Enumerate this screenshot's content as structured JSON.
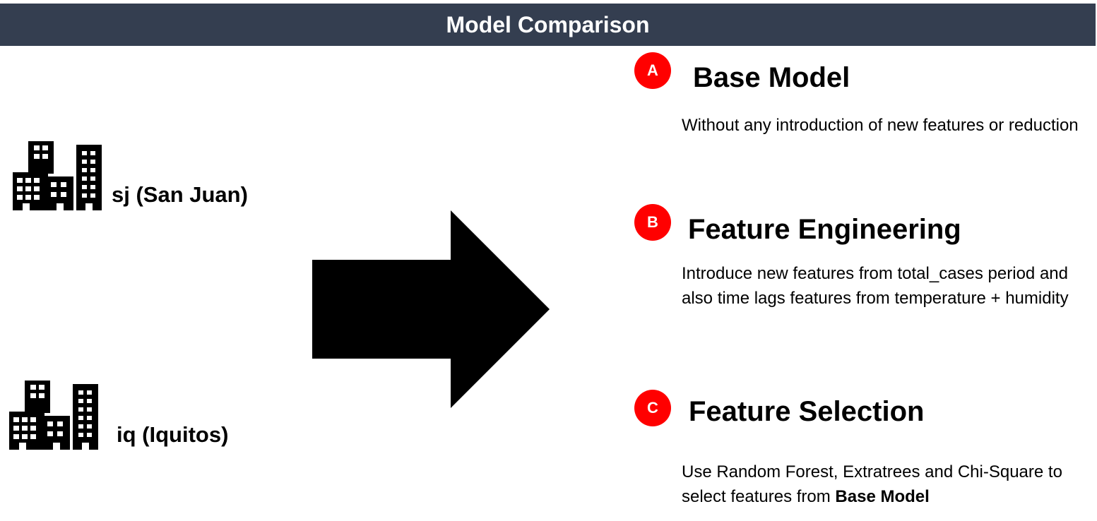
{
  "header": {
    "title": "Model Comparison"
  },
  "cities": [
    {
      "label": "sj (San Juan)",
      "icon": "city-buildings-icon"
    },
    {
      "label": "iq (Iquitos)",
      "icon": "city-buildings-icon"
    }
  ],
  "arrow": {
    "icon": "right-arrow-icon"
  },
  "models": [
    {
      "badge": "A",
      "title": "Base Model",
      "description": "Without any introduction of new features or reduction"
    },
    {
      "badge": "B",
      "title": "Feature Engineering",
      "description": "Introduce new features from total_cases period and also time lags features from temperature + humidity"
    },
    {
      "badge": "C",
      "title": "Feature Selection",
      "description_prefix": "Use Random Forest, Extratrees and Chi-Square to select features from ",
      "description_bold": "Base Model"
    }
  ],
  "colors": {
    "header_bg": "#343e50",
    "badge": "#ff0000",
    "text": "#000000"
  }
}
